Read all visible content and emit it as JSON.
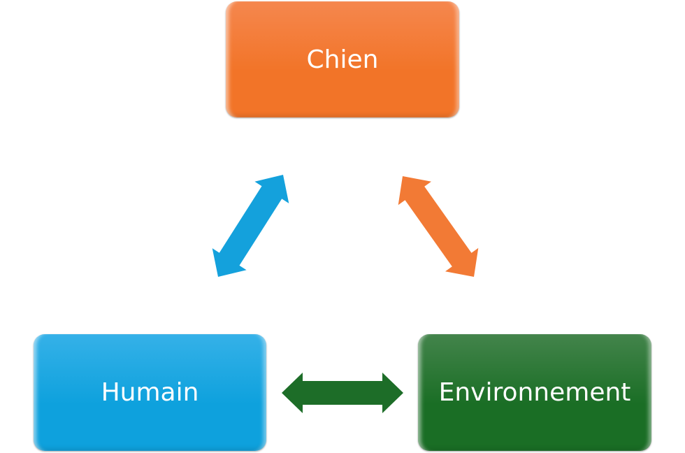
{
  "diagram": {
    "title": "",
    "nodes": [
      {
        "id": "chien",
        "label": "Chien",
        "color": "#f27428",
        "color_light": "#f5874e"
      },
      {
        "id": "humain",
        "label": "Humain",
        "color": "#0ea1dd",
        "color_light": "#35b1e8"
      },
      {
        "id": "environnement",
        "label": "Environnement",
        "color": "#1a6e25",
        "color_light": "#43844b"
      }
    ],
    "edges": [
      {
        "from": "humain",
        "to": "chien",
        "bidirectional": true,
        "color": "#14a1dc"
      },
      {
        "from": "chien",
        "to": "environnement",
        "bidirectional": true,
        "color": "#f27a35"
      },
      {
        "from": "humain",
        "to": "environnement",
        "bidirectional": true,
        "color": "#1d6d28"
      }
    ]
  }
}
